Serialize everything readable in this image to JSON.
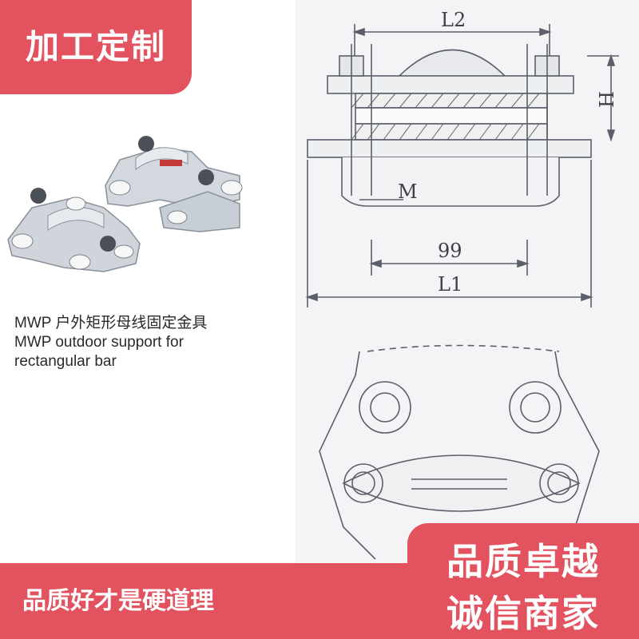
{
  "top_tag": "加工定制",
  "caption": {
    "line1": "MWP 户外矩形母线固定金具",
    "line2": "MWP outdoor support for",
    "line3": "rectangular bar"
  },
  "drawing": {
    "dim_l2": "L2",
    "dim_h": "H",
    "dim_m": "M",
    "dim_99": "99",
    "dim_l1": "L1"
  },
  "bottom_slogan_left": "品质好才是硬道理",
  "badge": {
    "line1": "品质卓越",
    "line2": "诚信商家"
  },
  "colors": {
    "accent": "#e2525f",
    "line": "#5a5f6a",
    "metal": "#c9ced6"
  }
}
